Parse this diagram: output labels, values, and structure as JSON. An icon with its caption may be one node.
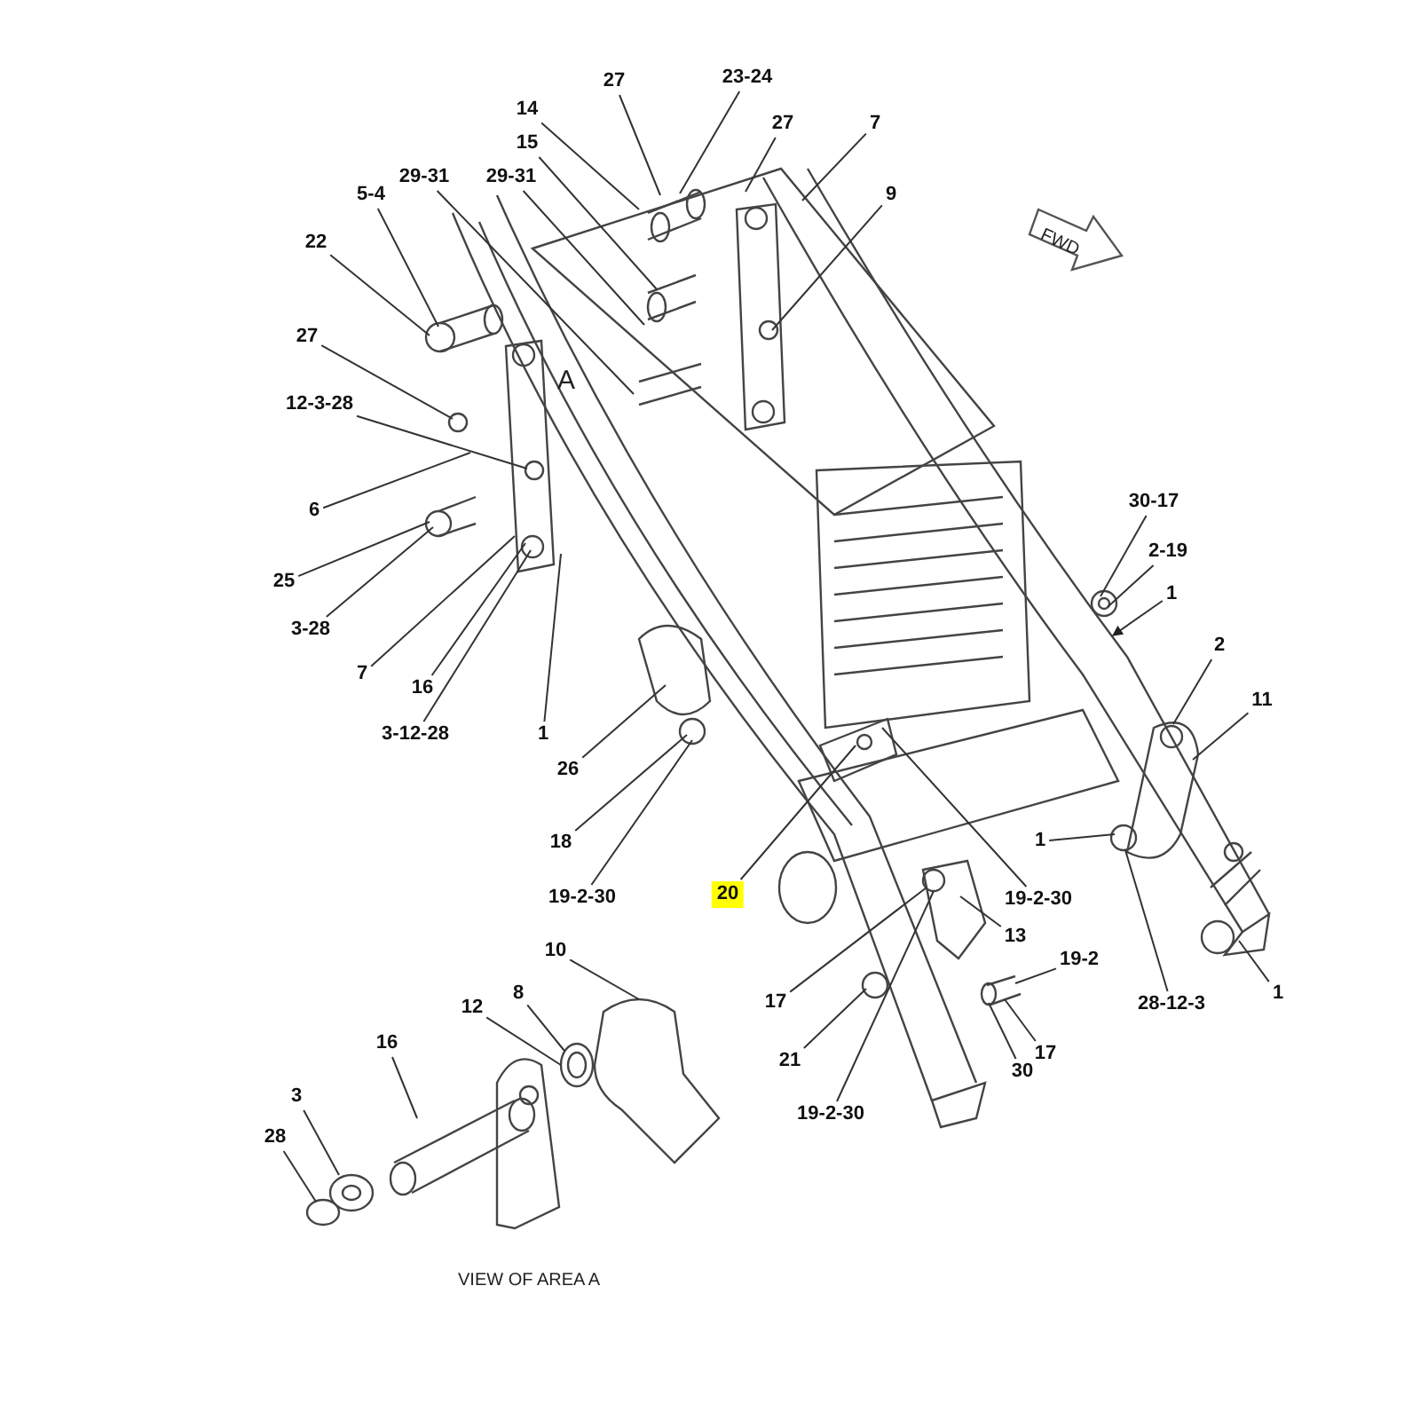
{
  "diagram": {
    "caption": "VIEW OF AREA A",
    "nodes": [
      {
        "text": [
          "27"
        ]
      },
      {
        "text": [
          "23-24"
        ]
      },
      {
        "text": [
          "14"
        ]
      },
      {
        "text": [
          "27"
        ]
      },
      {
        "text": [
          "7"
        ]
      },
      {
        "text": [
          "15"
        ]
      },
      {
        "text": [
          "29-31"
        ]
      },
      {
        "text": [
          "29-31"
        ]
      },
      {
        "text": [
          "9"
        ]
      },
      {
        "text": [
          "5-4"
        ]
      },
      {
        "text": [
          "22"
        ]
      },
      {
        "text": [
          "27"
        ]
      },
      {
        "text": [
          "12-3-28"
        ]
      },
      {
        "text": [
          "6"
        ]
      },
      {
        "text": [
          "25"
        ]
      },
      {
        "text": [
          "3-28"
        ]
      },
      {
        "text": [
          "7"
        ]
      },
      {
        "text": [
          "16"
        ]
      },
      {
        "text": [
          "3-12-28"
        ]
      },
      {
        "text": [
          "1"
        ]
      },
      {
        "text": [
          "26"
        ]
      },
      {
        "text": [
          "18"
        ]
      },
      {
        "text": [
          "19-2-30"
        ]
      },
      {
        "text": [
          "20"
        ]
      },
      {
        "text": [
          "19-2-30"
        ]
      },
      {
        "text": [
          "30-17"
        ]
      },
      {
        "text": [
          "2-19"
        ]
      },
      {
        "text": [
          "1"
        ]
      },
      {
        "text": [
          "2"
        ]
      },
      {
        "text": [
          "11"
        ]
      },
      {
        "text": [
          "1"
        ]
      },
      {
        "text": [
          "28-12-3"
        ]
      },
      {
        "text": [
          "1"
        ]
      },
      {
        "text": [
          "13"
        ]
      },
      {
        "text": [
          "17"
        ]
      },
      {
        "text": [
          "21"
        ]
      },
      {
        "text": [
          "19-2-30"
        ]
      },
      {
        "text": [
          "19-2"
        ]
      },
      {
        "text": [
          "30"
        ]
      },
      {
        "text": [
          "17"
        ]
      },
      {
        "text": [
          "10"
        ]
      },
      {
        "text": [
          "8"
        ]
      },
      {
        "text": [
          "12"
        ]
      },
      {
        "text": [
          "16"
        ]
      },
      {
        "text": [
          "3"
        ]
      },
      {
        "text": [
          "28"
        ]
      },
      {
        "text": [],
        "shape": "picture"
      },
      {
        "text": [],
        "shape": "circle"
      }
    ],
    "edges": [
      {
        "from": 0,
        "to": null,
        "arrow": "none"
      },
      {
        "from": 1,
        "to": null,
        "arrow": "none"
      },
      {
        "from": 2,
        "to": null,
        "arrow": "none"
      },
      {
        "from": 3,
        "to": null,
        "arrow": "none"
      },
      {
        "from": 4,
        "to": null,
        "arrow": "none"
      },
      {
        "from": 5,
        "to": null,
        "arrow": "none"
      },
      {
        "from": 6,
        "to": null,
        "arrow": "none"
      },
      {
        "from": 7,
        "to": null,
        "arrow": "none"
      },
      {
        "from": 8,
        "to": null,
        "arrow": "none"
      },
      {
        "from": 9,
        "to": null,
        "arrow": "none"
      },
      {
        "from": 10,
        "to": null,
        "arrow": "none"
      },
      {
        "from": 11,
        "to": null,
        "arrow": "none"
      },
      {
        "from": 12,
        "to": null,
        "arrow": "none"
      },
      {
        "from": 13,
        "to": null,
        "arrow": "none"
      },
      {
        "from": 14,
        "to": null,
        "arrow": "none"
      },
      {
        "from": 15,
        "to": null,
        "arrow": "none"
      },
      {
        "from": 16,
        "to": null,
        "arrow": "none"
      },
      {
        "from": 17,
        "to": null,
        "arrow": "none"
      },
      {
        "from": 18,
        "to": null,
        "arrow": "none"
      },
      {
        "from": 19,
        "to": null,
        "arrow": "none"
      },
      {
        "from": 20,
        "to": null,
        "arrow": "none"
      },
      {
        "from": 21,
        "to": null,
        "arrow": "none"
      },
      {
        "from": 22,
        "to": null,
        "arrow": "none"
      },
      {
        "from": 23,
        "to": null,
        "arrow": "none"
      },
      {
        "from": 24,
        "to": null,
        "arrow": "none"
      },
      {
        "from": 25,
        "to": null,
        "arrow": "none"
      },
      {
        "from": 26,
        "to": null,
        "arrow": "none"
      },
      {
        "from": 27,
        "to": null,
        "arrow": "to"
      },
      {
        "from": 28,
        "to": null,
        "arrow": "none"
      },
      {
        "from": 29,
        "to": null,
        "arrow": "none"
      },
      {
        "from": 30,
        "to": null,
        "arrow": "none"
      },
      {
        "from": 31,
        "to": null,
        "arrow": "none"
      },
      {
        "from": 32,
        "to": null,
        "arrow": "none"
      },
      {
        "from": 33,
        "to": null,
        "arrow": "none"
      },
      {
        "from": 34,
        "to": null,
        "arrow": "none"
      },
      {
        "from": 35,
        "to": null,
        "arrow": "none"
      },
      {
        "from": 36,
        "to": null,
        "arrow": "none"
      },
      {
        "from": 37,
        "to": null,
        "arrow": "none"
      },
      {
        "from": 38,
        "to": null,
        "arrow": "none"
      },
      {
        "from": 39,
        "to": null,
        "arrow": "none"
      },
      {
        "from": 40,
        "to": 46,
        "arrow": "none"
      },
      {
        "from": 41,
        "to": 47,
        "arrow": "none"
      },
      {
        "from": 42,
        "to": 47,
        "arrow": "none"
      },
      {
        "from": 43,
        "to": null,
        "arrow": "none"
      },
      {
        "from": 44,
        "to": null,
        "arrow": "none"
      },
      {
        "from": 45,
        "to": null,
        "arrow": "none"
      }
    ],
    "labels": [
      "FWD",
      "A"
    ]
  }
}
